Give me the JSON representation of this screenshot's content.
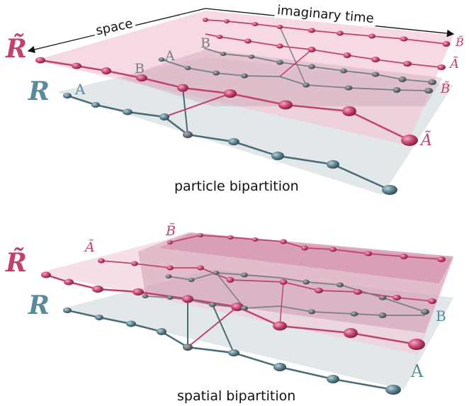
{
  "axes": {
    "space_label": "space",
    "time_label": "imaginary time"
  },
  "top_panel": {
    "caption": "particle bipartition",
    "replica_tilde_symbol": "R̃",
    "replica_symbol": "R",
    "labels": {
      "B_tilde_top": "B̃",
      "A_tilde_mid": "Ã",
      "B_tilde_mid": "B̃",
      "A_tilde_front": "Ã",
      "B_plain": "B",
      "A_plain_upper": "A",
      "B_plain_lower": "B",
      "A_plain_front": "A"
    }
  },
  "bottom_panel": {
    "caption": "spatial bipartition",
    "replica_tilde_symbol": "R̃",
    "replica_symbol": "R",
    "labels": {
      "B_tilde": "B̃",
      "A_tilde": "Ã",
      "B_plain": "B",
      "A_plain": "A"
    }
  },
  "colors": {
    "pink": "#c2426f",
    "pink_plane": "#f2c9d6",
    "gray": "#5b7f8c",
    "gray_plane": "#dde3e6",
    "dark_gray": "#7a7f86",
    "label_teal": "#5a8a99"
  }
}
